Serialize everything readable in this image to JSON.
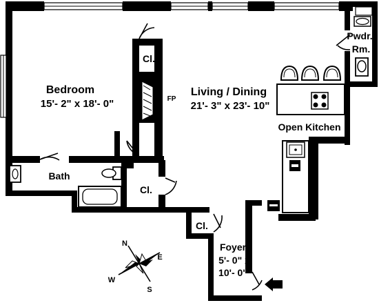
{
  "rooms": {
    "bedroom": {
      "name": "Bedroom",
      "size": "15'- 2\" x 18'- 0\""
    },
    "living": {
      "name": "Living / Dining",
      "size": "21'- 3\" x 23'- 10\""
    },
    "powder": {
      "line1": "Pwdr.",
      "line2": "Rm."
    },
    "kitchen": {
      "name": "Open Kitchen"
    },
    "bath": {
      "name": "Bath"
    },
    "foyer": {
      "name": "Foyer",
      "size_line1": "5'- 0\" x",
      "size_line2": "10'- 0\""
    },
    "closet_top": {
      "name": "Cl."
    },
    "closet_mid": {
      "name": "Cl."
    },
    "closet_foyer": {
      "name": "Cl."
    },
    "fireplace": {
      "name": "FP"
    }
  },
  "compass": {
    "north": "N",
    "east": "E",
    "south": "S",
    "west": "W"
  },
  "entry": {
    "icon": "entry-arrow-icon"
  },
  "colors": {
    "walls": "#000000",
    "background": "#ffffff"
  }
}
